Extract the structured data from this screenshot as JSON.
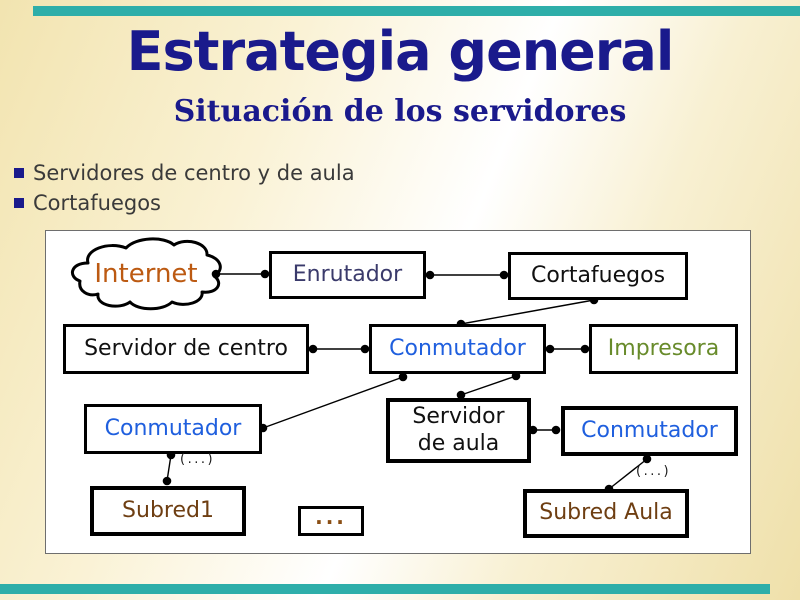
{
  "slide": {
    "title": "Estrategia general",
    "subtitle": "Situación de los servidores",
    "bullets": [
      "Servidores de centro y de aula",
      "Cortafuegos"
    ],
    "colors": {
      "accent_teal": "#2EAEA9",
      "title_navy": "#1A1A8C",
      "bullet_text": "#3A3A3A",
      "background_cream": "#F2E4B0"
    }
  },
  "diagram": {
    "nodes": {
      "internet": {
        "label": "Internet",
        "shape": "cloud",
        "color": "#BC5A12"
      },
      "enrutador": {
        "label": "Enrutador",
        "color": "#3A3A6B"
      },
      "cortafuegos": {
        "label": "Cortafuegos",
        "color": "#111111"
      },
      "servidor_centro": {
        "label": "Servidor de centro",
        "color": "#111111"
      },
      "conmutador_centro": {
        "label": "Conmutador",
        "color": "#1F5FDE"
      },
      "impresora": {
        "label": "Impresora",
        "color": "#688B2B"
      },
      "conmutador_izq": {
        "label": "Conmutador",
        "color": "#1F5FDE"
      },
      "servidor_aula": {
        "label": "Servidor de aula",
        "color": "#111111"
      },
      "conmutador_der": {
        "label": "Conmutador",
        "color": "#1F5FDE"
      },
      "subred1": {
        "label": "Subred1",
        "color": "#6E3E12"
      },
      "puntos": {
        "label": "...",
        "color": "#8A4E14"
      },
      "subred_aula": {
        "label": "Subred Aula",
        "color": "#6E3E12"
      }
    },
    "ellipsis_label": "(...)",
    "connections": [
      {
        "from": "internet",
        "to": "enrutador"
      },
      {
        "from": "enrutador",
        "to": "cortafuegos"
      },
      {
        "from": "cortafuegos",
        "to": "conmutador_centro"
      },
      {
        "from": "servidor_centro",
        "to": "conmutador_centro"
      },
      {
        "from": "conmutador_centro",
        "to": "impresora"
      },
      {
        "from": "conmutador_centro",
        "to": "servidor_aula"
      },
      {
        "from": "conmutador_centro",
        "to": "conmutador_izq"
      },
      {
        "from": "conmutador_izq",
        "to": "subred1",
        "label": "(...)"
      },
      {
        "from": "servidor_aula",
        "to": "conmutador_der"
      },
      {
        "from": "conmutador_der",
        "to": "subred_aula",
        "label": "(...)"
      }
    ]
  }
}
